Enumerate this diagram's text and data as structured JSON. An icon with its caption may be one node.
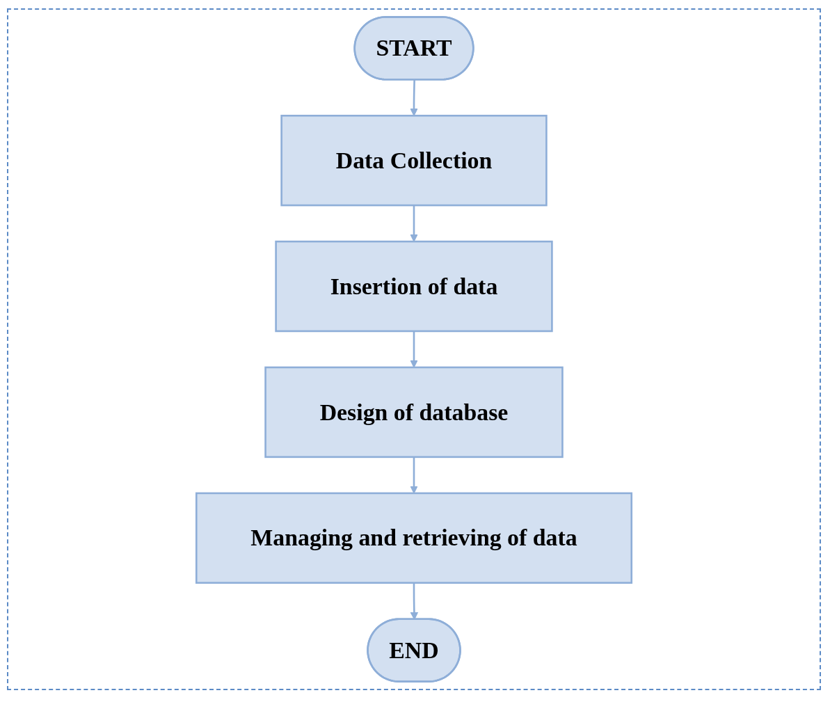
{
  "diagram": {
    "nodes": [
      {
        "text": [
          "START"
        ]
      },
      {
        "text": [
          "Data Collection"
        ]
      },
      {
        "text": [
          "Insertion of data"
        ]
      },
      {
        "text": [
          "Design of database"
        ]
      },
      {
        "text": [
          "Managing and retrieving of data"
        ]
      },
      {
        "text": [
          "END"
        ]
      }
    ],
    "edges": [
      {
        "from": 0,
        "to": 1,
        "arrow": "to"
      },
      {
        "from": 1,
        "to": 2,
        "arrow": "to"
      },
      {
        "from": 2,
        "to": 3,
        "arrow": "to"
      },
      {
        "from": 3,
        "to": 4,
        "arrow": "to"
      },
      {
        "from": 4,
        "to": 5,
        "arrow": "to"
      }
    ]
  }
}
